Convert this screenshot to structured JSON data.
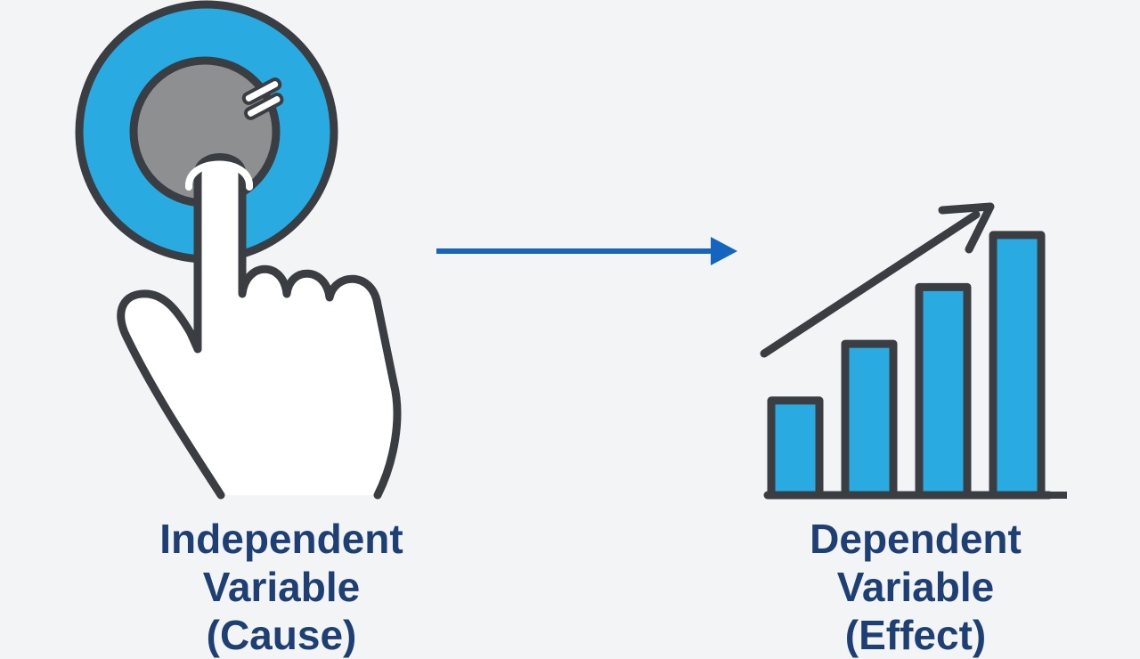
{
  "colors": {
    "background": "#f3f4f5",
    "accent_blue": "#29abe2",
    "outline": "#3a3d42",
    "knob_gray": "#8e8f91",
    "arrow_blue": "#1565c0",
    "caption_navy": "#1e3f73"
  },
  "cause": {
    "icons": [
      "dial-icon",
      "pointing-hand-icon"
    ],
    "line1": "Independent",
    "line2": "Variable",
    "line3": "(Cause)"
  },
  "connector": {
    "icon": "right-arrow-icon"
  },
  "effect": {
    "icons": [
      "bar-chart-icon",
      "trend-arrow-icon"
    ],
    "line1": "Dependent",
    "line2": "Variable",
    "line3": "(Effect)"
  },
  "chart_data": {
    "type": "bar",
    "categories": [
      "",
      "",
      "",
      ""
    ],
    "values": [
      1,
      1.6,
      2.2,
      2.75
    ],
    "ylim": [
      0,
      2.9
    ]
  }
}
